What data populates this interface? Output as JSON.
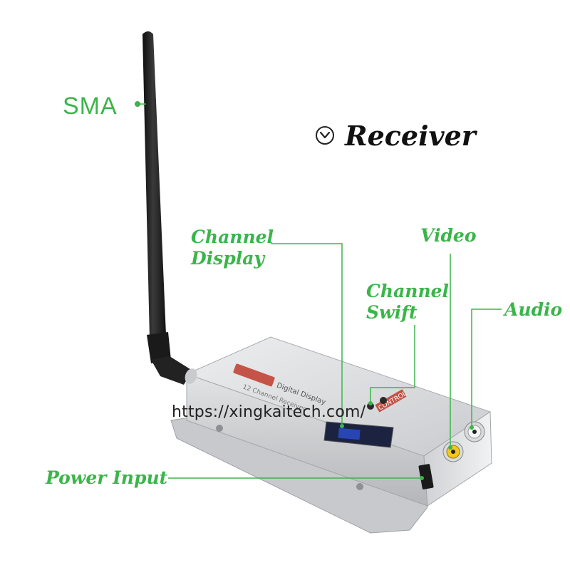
{
  "title": "Receiver",
  "labels": {
    "sma": "SMA",
    "channel_display_1": "Channel",
    "channel_display_2": "Display",
    "channel_swift_1": "Channel",
    "channel_swift_2": "Swift",
    "video": "Video",
    "audio": "Audio",
    "power_input": "Power Input"
  },
  "watermark": "https://xingkaitech.com/",
  "device": {
    "panel_brand": "Digital Display",
    "panel_model": "12 Channel Receiver",
    "panel_control": "CONTROL"
  },
  "colors": {
    "accent_green": "#3bb54a",
    "title_black": "#111111",
    "device_silver": "#d8d9db",
    "antenna_black": "#1e1e1e"
  },
  "icons": [
    "chevron-down-circle-icon"
  ]
}
